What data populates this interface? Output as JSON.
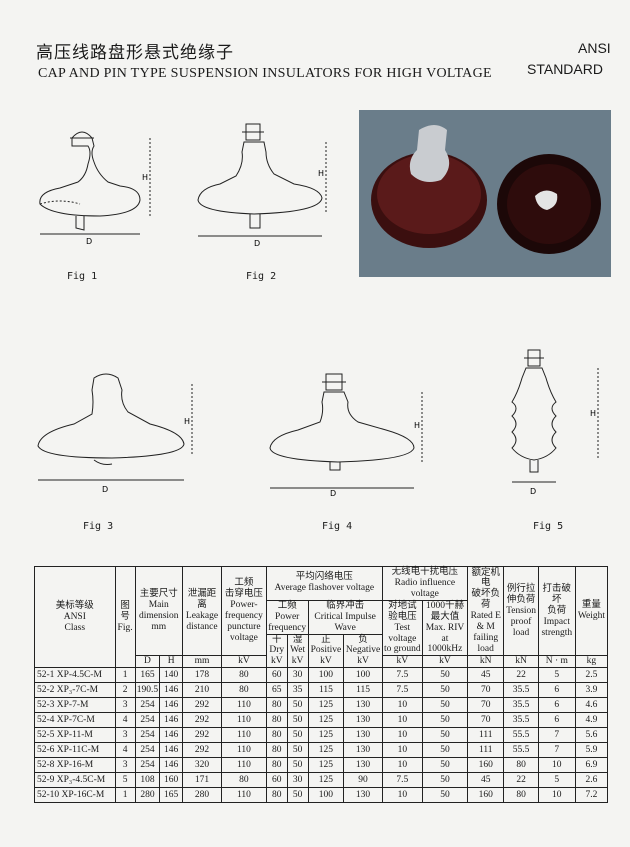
{
  "header": {
    "title_cn": "高压线路盘形悬式绝缘子",
    "title_en": "CAP AND PIN TYPE SUSPENSION INSULATORS FOR HIGH VOLTAGE",
    "standard_line1": "ANSI",
    "standard_line2": "STANDARD"
  },
  "figures": {
    "fig1": "Fig 1",
    "fig2": "Fig 2",
    "fig3": "Fig 3",
    "fig4": "Fig 4",
    "fig5": "Fig 5",
    "dim_h": "H",
    "dim_d": "D"
  },
  "table": {
    "h_class": "美标等级\nANSI\nClass",
    "h_fig": "图\n号\nFig.",
    "h_dim": "主要尺寸\nMain\ndimension\nmm",
    "h_d": "D",
    "h_h": "H",
    "h_leak": "泄漏距离\nLeakage\ndistance",
    "h_leak_unit": "mm",
    "h_pf": "工频\n击穿电压\nPower-\nfrequency\npuncture\nvoltage",
    "h_pf_unit": "kV",
    "h_afv": "平均闪络电压\nAverage flashover voltage",
    "h_power": "工频\nPower\nfrequency",
    "h_impulse": "临界冲击\nCritical Impulse\nWave",
    "h_dry": "干\nDry\nkV",
    "h_wet": "湿\nWet\nkV",
    "h_pos": "正\nPositive\nkV",
    "h_neg": "负\nNegative\nkV",
    "h_riv": "无线电干扰电压\nRadio influence voltage",
    "h_test": "对地试\n验电压\nTest voltage\nto ground",
    "h_test_unit": "kV",
    "h_maxriv": "1000千赫\n最大值\nMax. RIV\nat 1000kHz",
    "h_maxriv_unit": "kV",
    "h_rated": "额定机电\n破坏负荷\nRated E\n& M\nfailing\nload",
    "h_rated_unit": "kN",
    "h_tension": "例行拉\n伸负荷\nTension\nproof\nload",
    "h_tension_unit": "kN",
    "h_impact": "打击破坏\n负荷\nImpact\nstrength",
    "h_impact_unit": "N · m",
    "h_weight": "重量\nWeight",
    "h_weight_unit": "kg",
    "rows": [
      [
        "52-1  XP-4.5C-M",
        "1",
        "165",
        "140",
        "178",
        "80",
        "60",
        "30",
        "100",
        "100",
        "7.5",
        "50",
        "45",
        "22",
        "5",
        "2.5"
      ],
      [
        "52-2  XP₃-7C-M",
        "2",
        "190.5",
        "146",
        "210",
        "80",
        "65",
        "35",
        "115",
        "115",
        "7.5",
        "50",
        "70",
        "35.5",
        "6",
        "3.9"
      ],
      [
        "52-3  XP-7-M",
        "3",
        "254",
        "146",
        "292",
        "110",
        "80",
        "50",
        "125",
        "130",
        "10",
        "50",
        "70",
        "35.5",
        "6",
        "4.6"
      ],
      [
        "52-4  XP-7C-M",
        "4",
        "254",
        "146",
        "292",
        "110",
        "80",
        "50",
        "125",
        "130",
        "10",
        "50",
        "70",
        "35.5",
        "6",
        "4.9"
      ],
      [
        "52-5  XP-11-M",
        "3",
        "254",
        "146",
        "292",
        "110",
        "80",
        "50",
        "125",
        "130",
        "10",
        "50",
        "111",
        "55.5",
        "7",
        "5.6"
      ],
      [
        "52-6  XP-11C-M",
        "4",
        "254",
        "146",
        "292",
        "110",
        "80",
        "50",
        "125",
        "130",
        "10",
        "50",
        "111",
        "55.5",
        "7",
        "5.9"
      ],
      [
        "52-8  XP-16-M",
        "3",
        "254",
        "146",
        "320",
        "110",
        "80",
        "50",
        "125",
        "130",
        "10",
        "50",
        "160",
        "80",
        "10",
        "6.9"
      ],
      [
        "52-9  XP₃-4.5C-M",
        "5",
        "108",
        "160",
        "171",
        "80",
        "60",
        "30",
        "125",
        "90",
        "7.5",
        "50",
        "45",
        "22",
        "5",
        "2.6"
      ],
      [
        "52-10  XP-16C-M",
        "1",
        "280",
        "165",
        "280",
        "110",
        "80",
        "50",
        "100",
        "130",
        "10",
        "50",
        "160",
        "80",
        "10",
        "7.2"
      ]
    ]
  }
}
